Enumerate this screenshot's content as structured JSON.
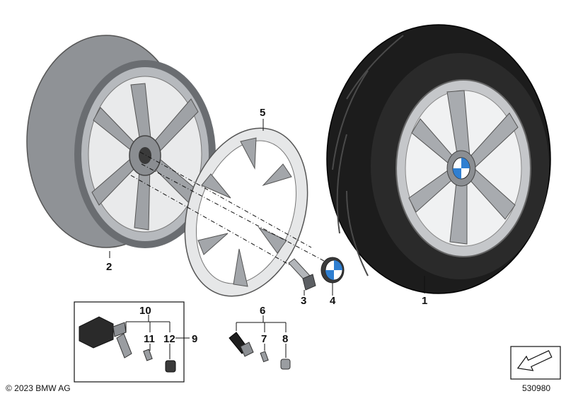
{
  "callouts": {
    "c1": "1",
    "c2": "2",
    "c3": "3",
    "c4": "4",
    "c5": "5",
    "c6": "6",
    "c7": "7",
    "c8": "8",
    "c9": "9",
    "c10": "10",
    "c11": "11",
    "c12": "12"
  },
  "footer": {
    "copyright": "© 2023 BMW AG",
    "diagram_number": "530980"
  },
  "colors": {
    "rim_grey": "#a9acb0",
    "rim_dark": "#7d8084",
    "tire_black": "#1c1c1c",
    "line_black": "#111111",
    "bmw_blue": "#2f7fd1"
  }
}
